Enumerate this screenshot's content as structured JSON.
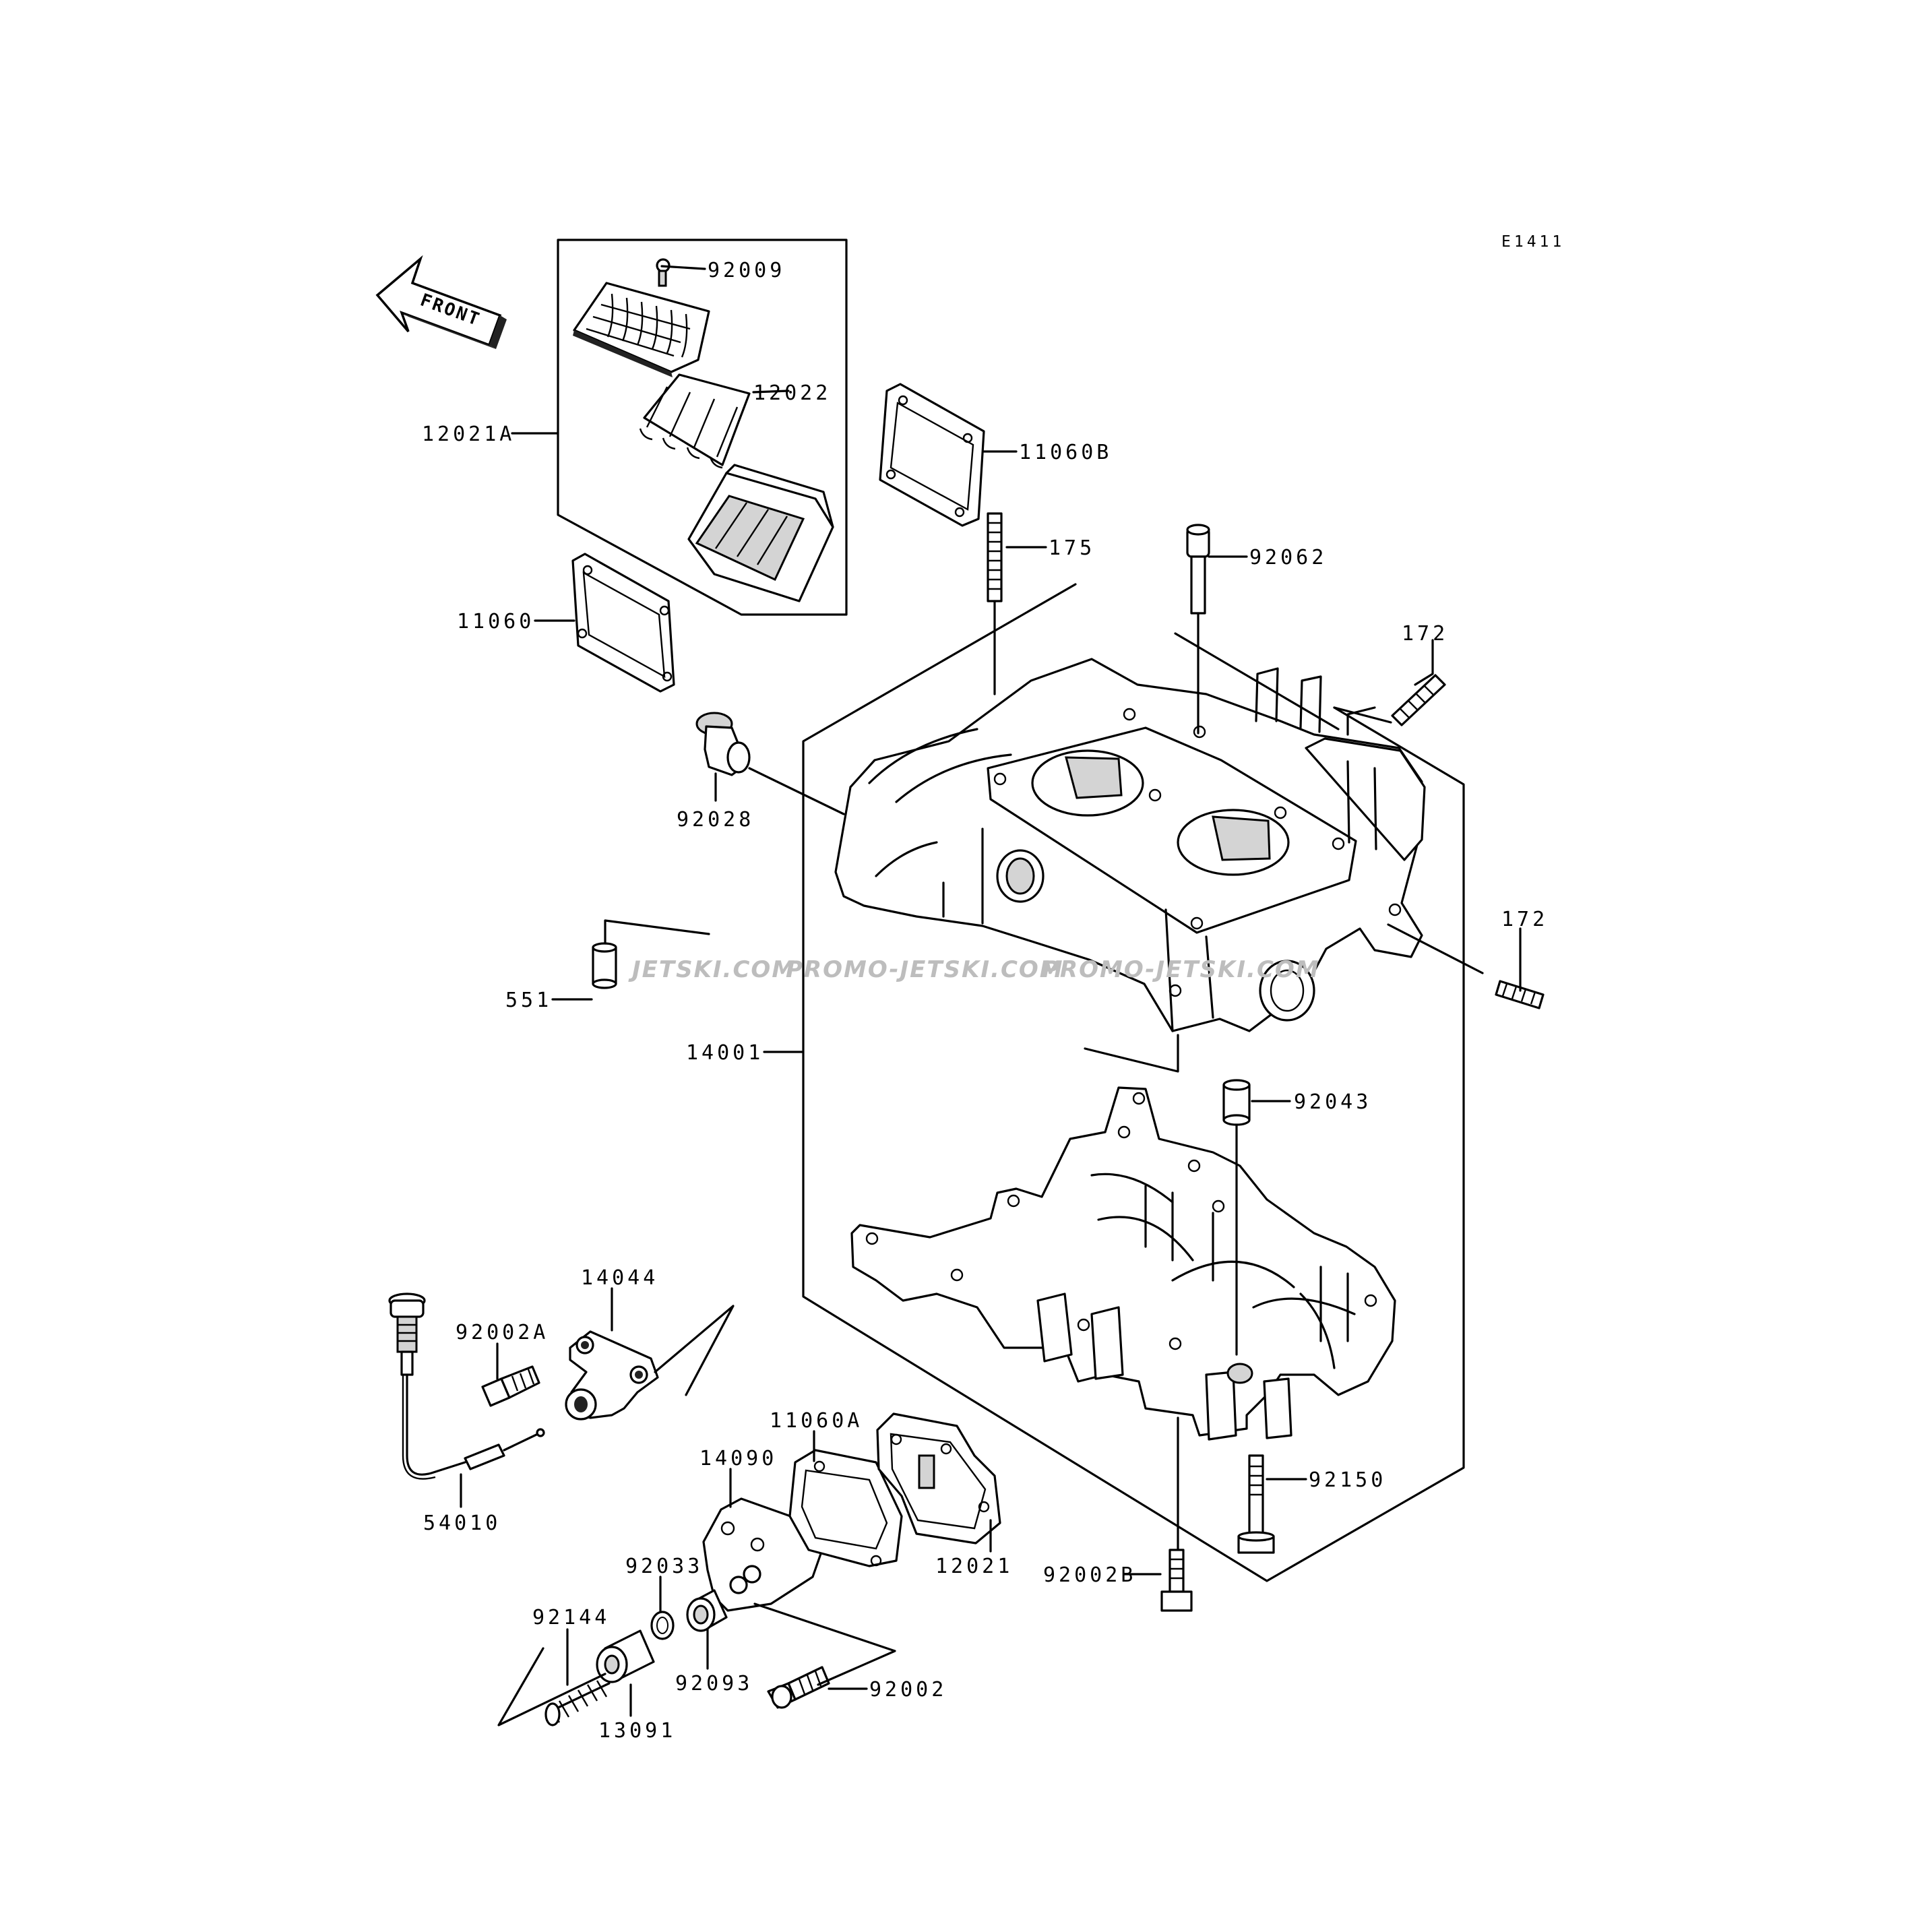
{
  "diagram_code": "E1411",
  "front_label": "FRONT",
  "watermark": [
    "JETSKI.COM",
    "PROMO-JETSKI.COM",
    "PROMO-JETSKI.COM"
  ],
  "parts": {
    "p92009": "92009",
    "p12022": "12022",
    "p12021A": "12021A",
    "p11060B": "11060B",
    "p175": "175",
    "p92062": "92062",
    "p11060": "11060",
    "p172a": "172",
    "p92028": "92028",
    "p172b": "172",
    "p551": "551",
    "p14001": "14001",
    "p92043": "92043",
    "p14044": "14044",
    "p92002A": "92002A",
    "p11060A": "11060A",
    "p14090": "14090",
    "p92150": "92150",
    "p54010": "54010",
    "p12021": "12021",
    "p92033": "92033",
    "p92002B": "92002B",
    "p92144": "92144",
    "p92093": "92093",
    "p92002": "92002",
    "p13091": "13091"
  }
}
